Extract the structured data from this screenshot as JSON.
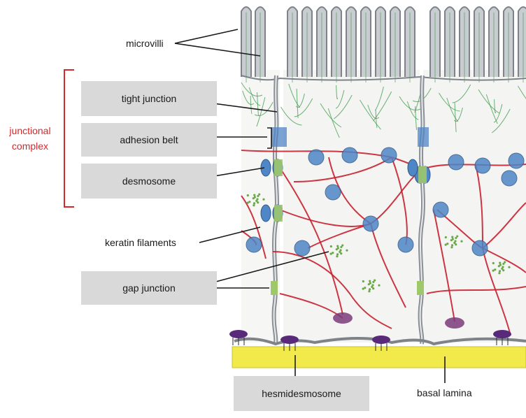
{
  "labels": {
    "microvilli": "microvilli",
    "tight_junction": "tight junction",
    "adhesion_belt": "adhesion belt",
    "desmosome": "desmosome",
    "keratin_filaments": "keratin filaments",
    "gap_junction": "gap junction",
    "hemidesmosome": "hesmidesmosome",
    "basal_lamina": "basal lamina",
    "junctional_complex_line1": "junctional",
    "junctional_complex_line2": "complex"
  },
  "colors": {
    "label_box": "#d9d9d9",
    "bracket": "#d6282b",
    "membrane": "#7d8388",
    "membrane_fill": "#c9ccd0",
    "actin_green": "#3a9a4a",
    "keratin_red": "#c8202f",
    "desmosome_blue": "#4f86c6",
    "hemidesmosome_purple": "#5a2a7a",
    "basal_lamina_yellow": "#f2ea4a",
    "gap_junction_green": "#9ec86a"
  }
}
